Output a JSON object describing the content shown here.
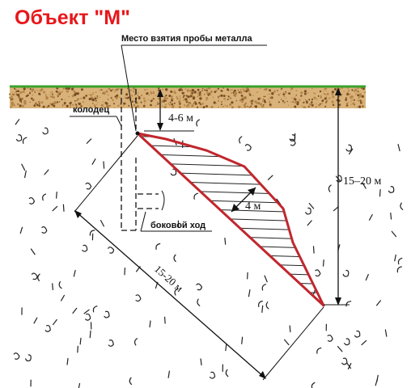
{
  "title": "Объект \"М\"",
  "labels": {
    "sample_point": "Место взятия пробы металла",
    "well": "колодец",
    "side_passage": "боковой ход",
    "depth_top": "4-6 м",
    "thickness": "4 м",
    "depth_total": "15–20 м",
    "incline_length": "15-20 м"
  },
  "colors": {
    "title": "#e8161a",
    "ore_body_outline": "#c0272d",
    "grass_line": "#3aa12e",
    "soil": "#a0703a"
  }
}
